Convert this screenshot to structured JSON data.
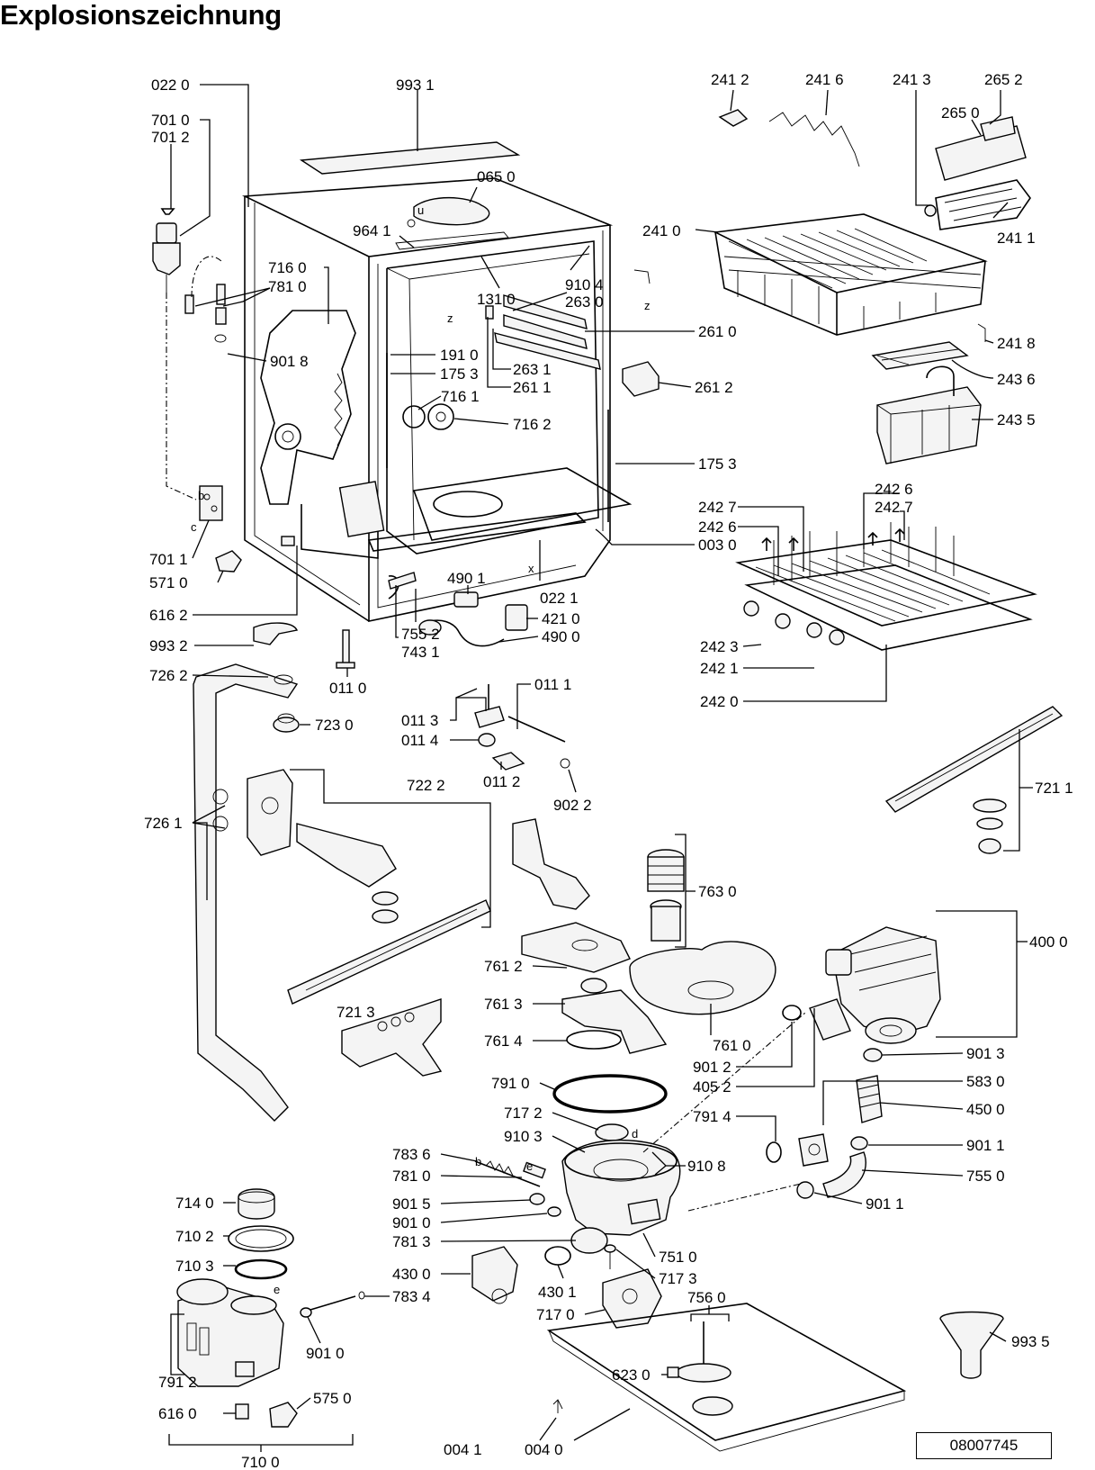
{
  "title": "Explosionszeichnung",
  "drawing_number": "08007745",
  "labels": [
    "022 0",
    "993 1",
    "701 0",
    "701 2",
    "065 0",
    "964 1",
    "716 0",
    "781 0",
    "131 0",
    "910 4",
    "263 0",
    "901 8",
    "191 0",
    "175 3",
    "716 1",
    "716 2",
    "263 1",
    "261 1",
    "261 0",
    "261 2",
    "175 3",
    "003 0",
    "701 1",
    "571 0",
    "490 1",
    "022 1",
    "421 0",
    "490 0",
    "616 2",
    "993 2",
    "755 2",
    "743 1",
    "011 0",
    "726 2",
    "723 0",
    "011 1",
    "011 3",
    "011 4",
    "011 2",
    "902 2",
    "722 2",
    "726 1",
    "241 2",
    "241 6",
    "241 3",
    "265 2",
    "265 0",
    "241 0",
    "241 1",
    "241 8",
    "243 6",
    "243 5",
    "242 7",
    "242 6",
    "242 6",
    "242 7",
    "242 3",
    "242 1",
    "242 0",
    "721 1",
    "763 0",
    "400 0",
    "761 2",
    "761 3",
    "761 4",
    "721 3",
    "761 0",
    "901 2",
    "405 2",
    "901 3",
    "583 0",
    "450 0",
    "791 0",
    "791 4",
    "717 2",
    "910 3",
    "910 8",
    "901 1",
    "755 0",
    "901 1",
    "783 6",
    "781 0",
    "901 5",
    "901 0",
    "781 3",
    "751 0",
    "430 0",
    "430 1",
    "717 3",
    "717 0",
    "756 0",
    "714 0",
    "710 2",
    "710 3",
    "783 4",
    "901 0",
    "791 2",
    "616 0",
    "575 0",
    "710 0",
    "623 0",
    "993 5",
    "004 1",
    "004 0"
  ],
  "markers": [
    "b",
    "b",
    "c",
    "e",
    "e",
    "d",
    "x",
    "z",
    "z",
    "u"
  ]
}
